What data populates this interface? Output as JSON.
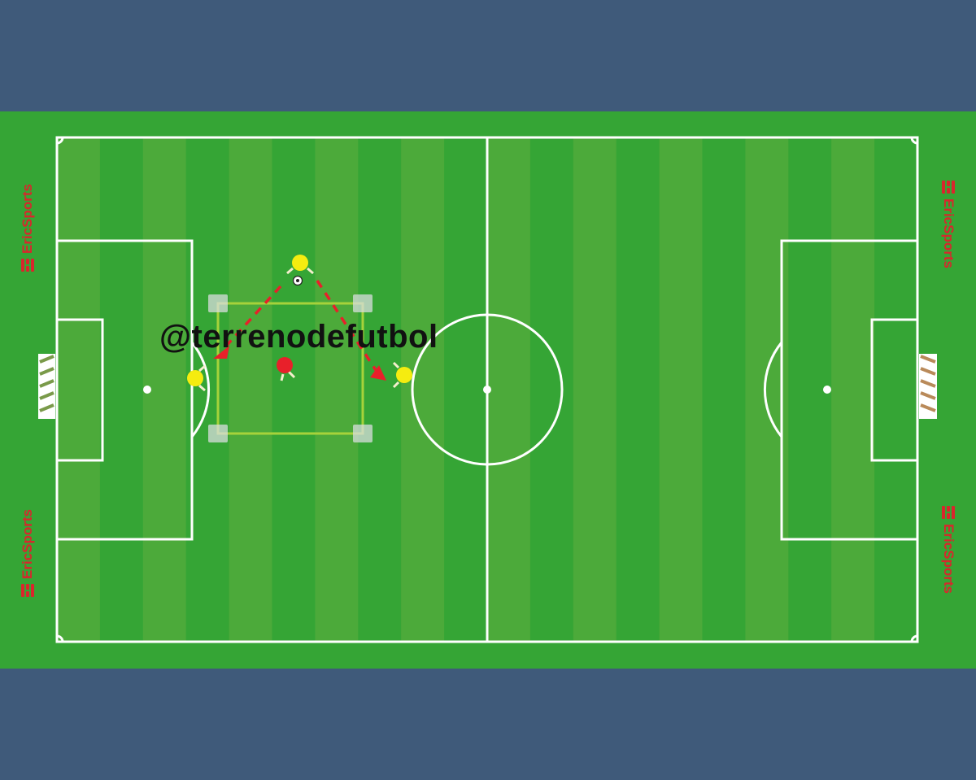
{
  "watermark": "@terrenodefutbol",
  "brand": {
    "name": "EricSports",
    "logo_icon": "ericsports-logo-icon",
    "color": "#d9262c"
  },
  "colors": {
    "background": "#3f5a7a",
    "grass_light": "#4caa3a",
    "grass_dark": "#35a535",
    "lines": "#ffffff",
    "team_yellow": "#f5ec10",
    "team_red": "#e8202a",
    "pass_arrow": "#e8202a",
    "drill_square": "#a6d23a",
    "cone": "#d8dede"
  },
  "drill": {
    "ball_icon": "soccer-ball-icon",
    "cone_icon": "cone-marker-icon",
    "players": [
      {
        "team": "yellow",
        "role": "attacker"
      },
      {
        "team": "yellow",
        "role": "attacker"
      },
      {
        "team": "yellow",
        "role": "attacker"
      },
      {
        "team": "red",
        "role": "defender"
      }
    ]
  }
}
